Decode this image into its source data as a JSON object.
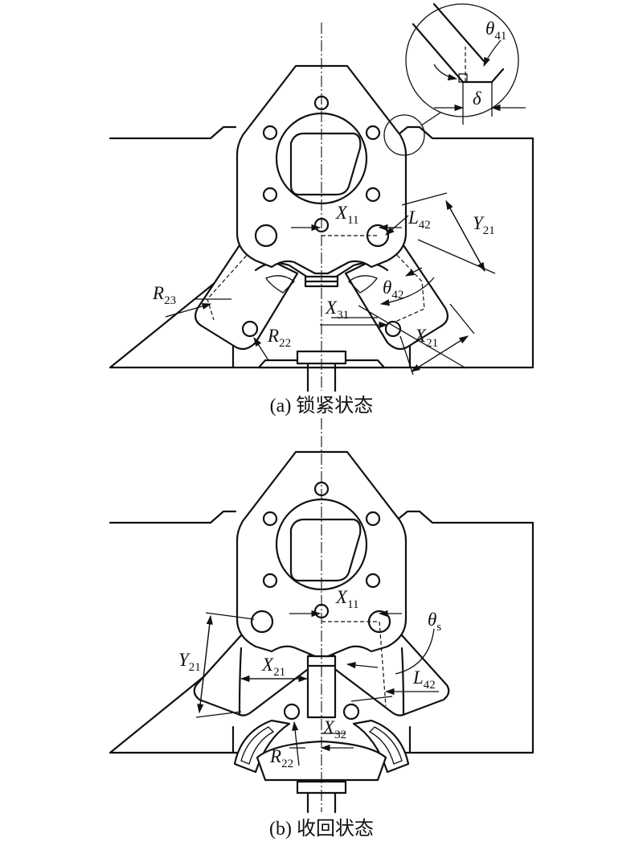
{
  "panel_a": {
    "caption": "(a) 锁紧状态",
    "labels": {
      "theta41": {
        "sym": "θ",
        "sub": "41"
      },
      "delta": {
        "sym": "δ",
        "sub": ""
      },
      "x11": {
        "sym": "X",
        "sub": "11"
      },
      "l42": {
        "sym": "L",
        "sub": "42"
      },
      "y21": {
        "sym": "Y",
        "sub": "21"
      },
      "theta42": {
        "sym": "θ",
        "sub": "42"
      },
      "r23": {
        "sym": "R",
        "sub": "23"
      },
      "x31": {
        "sym": "X",
        "sub": "31"
      },
      "r22": {
        "sym": "R",
        "sub": "22"
      },
      "x21": {
        "sym": "X",
        "sub": "21"
      }
    }
  },
  "panel_b": {
    "caption": "(b) 收回状态",
    "labels": {
      "x11": {
        "sym": "X",
        "sub": "11"
      },
      "thetas": {
        "sym": "θ",
        "sub": "s"
      },
      "y21": {
        "sym": "Y",
        "sub": "21"
      },
      "x21": {
        "sym": "X",
        "sub": "21"
      },
      "l42": {
        "sym": "L",
        "sub": "42"
      },
      "x32": {
        "sym": "X",
        "sub": "32"
      },
      "r22": {
        "sym": "R",
        "sub": "22"
      }
    }
  }
}
